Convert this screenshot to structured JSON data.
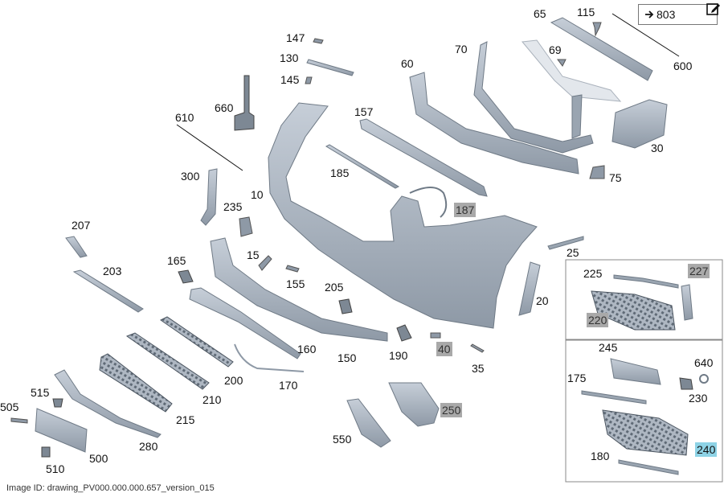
{
  "reference": {
    "arrow": "➔",
    "text": "803"
  },
  "edit_icon": "edit-icon",
  "part_fill": "#aab4c0",
  "part_stroke": "#6f7a86",
  "labels": [
    {
      "id": "l65",
      "text": "65"
    },
    {
      "id": "l115",
      "text": "115"
    },
    {
      "id": "l600",
      "text": "600"
    },
    {
      "id": "l69",
      "text": "69"
    },
    {
      "id": "l70",
      "text": "70"
    },
    {
      "id": "l60",
      "text": "60"
    },
    {
      "id": "l147",
      "text": "147"
    },
    {
      "id": "l130",
      "text": "130"
    },
    {
      "id": "l145",
      "text": "145"
    },
    {
      "id": "l660",
      "text": "660"
    },
    {
      "id": "l610",
      "text": "610"
    },
    {
      "id": "l157",
      "text": "157"
    },
    {
      "id": "l30",
      "text": "30"
    },
    {
      "id": "l75",
      "text": "75"
    },
    {
      "id": "l185",
      "text": "185"
    },
    {
      "id": "l300",
      "text": "300"
    },
    {
      "id": "l10",
      "text": "10"
    },
    {
      "id": "l235",
      "text": "235"
    },
    {
      "id": "l187",
      "text": "187"
    },
    {
      "id": "l207",
      "text": "207"
    },
    {
      "id": "l25",
      "text": "25"
    },
    {
      "id": "l203",
      "text": "203"
    },
    {
      "id": "l165",
      "text": "165"
    },
    {
      "id": "l15",
      "text": "15"
    },
    {
      "id": "l155",
      "text": "155"
    },
    {
      "id": "l225",
      "text": "225"
    },
    {
      "id": "l227",
      "text": "227"
    },
    {
      "id": "l205",
      "text": "205"
    },
    {
      "id": "l20",
      "text": "20"
    },
    {
      "id": "l220",
      "text": "220"
    },
    {
      "id": "l160",
      "text": "160"
    },
    {
      "id": "l150",
      "text": "150"
    },
    {
      "id": "l190",
      "text": "190"
    },
    {
      "id": "l40",
      "text": "40"
    },
    {
      "id": "l245",
      "text": "245"
    },
    {
      "id": "l640",
      "text": "640"
    },
    {
      "id": "l35",
      "text": "35"
    },
    {
      "id": "l175",
      "text": "175"
    },
    {
      "id": "l200",
      "text": "200"
    },
    {
      "id": "l230",
      "text": "230"
    },
    {
      "id": "l170",
      "text": "170"
    },
    {
      "id": "l210",
      "text": "210"
    },
    {
      "id": "l515",
      "text": "515"
    },
    {
      "id": "l505",
      "text": "505"
    },
    {
      "id": "l215",
      "text": "215"
    },
    {
      "id": "l250",
      "text": "250"
    },
    {
      "id": "l550",
      "text": "550"
    },
    {
      "id": "l240",
      "text": "240"
    },
    {
      "id": "l280",
      "text": "280"
    },
    {
      "id": "l180",
      "text": "180"
    },
    {
      "id": "l500",
      "text": "500"
    },
    {
      "id": "l510",
      "text": "510"
    }
  ],
  "footer": "Image ID: drawing_PV000.000.000.657_version_015"
}
